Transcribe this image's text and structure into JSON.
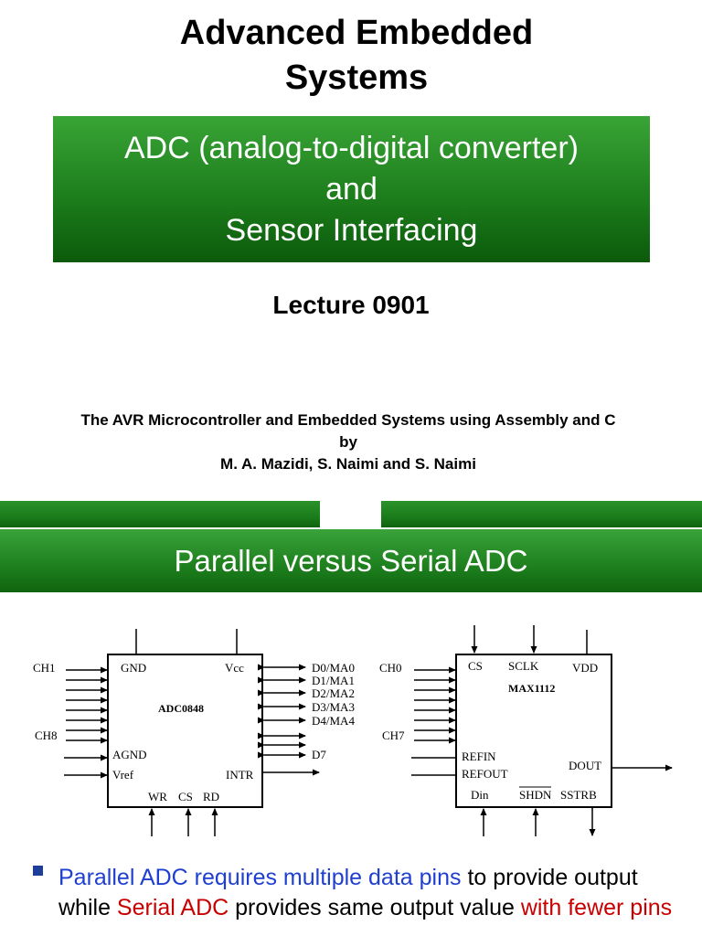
{
  "slide1": {
    "title_line1": "Advanced Embedded",
    "title_line2": "Systems",
    "box_line1": "ADC (analog-to-digital converter)",
    "box_line2": "and",
    "box_line3": "Sensor Interfacing",
    "lecture": "Lecture 0901",
    "book_title": "The AVR Microcontroller and Embedded Systems using Assembly and C",
    "book_by": "by",
    "book_authors": "M. A. Mazidi, S. Naimi and S. Naimi"
  },
  "slide2": {
    "section_title": "Parallel versus Serial ADC",
    "adc0848": {
      "chip_name": "ADC0848",
      "gnd": "GND",
      "vcc": "Vcc",
      "ch1": "CH1",
      "ch8": "CH8",
      "agnd": "AGND",
      "vref": "Vref",
      "intr": "INTR",
      "wr": "WR",
      "cs": "CS",
      "rd": "RD",
      "d0": "D0/MA0",
      "d1": "D1/MA1",
      "d2": "D2/MA2",
      "d3": "D3/MA3",
      "d4": "D4/MA4",
      "d7": "D7"
    },
    "max1112": {
      "chip_name": "MAX1112",
      "cs": "CS",
      "sclk": "SCLK",
      "vdd": "VDD",
      "ch0": "CH0",
      "ch7": "CH7",
      "refin": "REFIN",
      "refout": "REFOUT",
      "dout": "DOUT",
      "din": "Din",
      "shdn": "SHDN",
      "sstrb": "SSTRB"
    },
    "bullet": {
      "part1": "Parallel ADC requires multiple data pins",
      "part2": " to provide output while ",
      "part3": "Serial ADC",
      "part4": " provides same output value ",
      "part5": "with fewer pins"
    },
    "colors": {
      "blue_text": "#1f3fd0",
      "red_text": "#c80000",
      "green": "#1d7e1c"
    }
  }
}
